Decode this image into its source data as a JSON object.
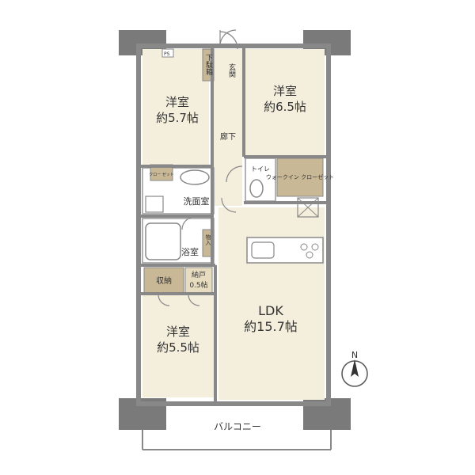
{
  "rooms": {
    "western_nw": {
      "name": "洋室",
      "size": "約5.7帖"
    },
    "western_ne": {
      "name": "洋室",
      "size": "約6.5帖"
    },
    "western_sw": {
      "name": "洋室",
      "size": "約5.5帖"
    },
    "ldk": {
      "name": "LDK",
      "size": "約15.7帖"
    },
    "entrance": "玄関",
    "shoe_box": "下駄箱",
    "hallway": "廊下",
    "closet": "クロー ゼット",
    "toilet": "トイレ",
    "walk_in_closet": "ウォークイン クローゼット",
    "washroom": "洗面室",
    "bathroom": "浴室",
    "storage_small": "物入",
    "storage": "収納",
    "nando": {
      "name": "納戸",
      "size": "0.5帖"
    }
  },
  "ps_label": "PS",
  "balcony": "バルコニー",
  "compass": "N",
  "colors": {
    "floor_room": "#f4eedc",
    "floor_wet": "#ffffff",
    "wall": "#888888",
    "pillar": "#7a7a7a",
    "storage": "#c9b896"
  }
}
